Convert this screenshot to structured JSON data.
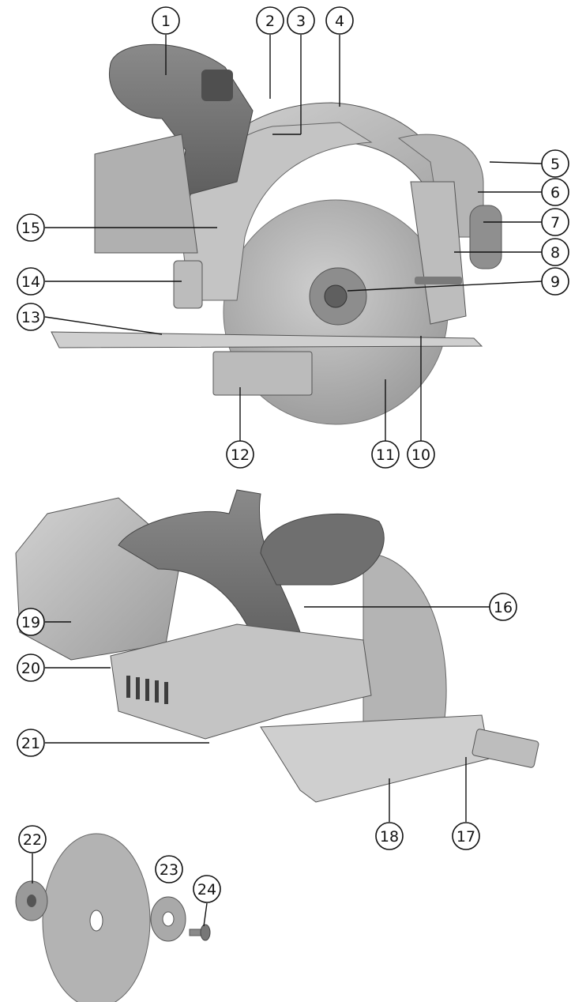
{
  "callouts": {
    "c1": "1",
    "c2": "2",
    "c3": "3",
    "c4": "4",
    "c5": "5",
    "c6": "6",
    "c7": "7",
    "c8": "8",
    "c9": "9",
    "c10": "10",
    "c11": "11",
    "c12": "12",
    "c13": "13",
    "c14": "14",
    "c15": "15",
    "c16": "16",
    "c17": "17",
    "c18": "18",
    "c19": "19",
    "c20": "20",
    "c21": "21",
    "c22": "22",
    "c23": "23",
    "c24": "24"
  },
  "colors": {
    "body": "#a9a9a9",
    "body_light": "#c9c9c9",
    "body_dark": "#6f6f6f",
    "outline": "#1a1a1a"
  }
}
